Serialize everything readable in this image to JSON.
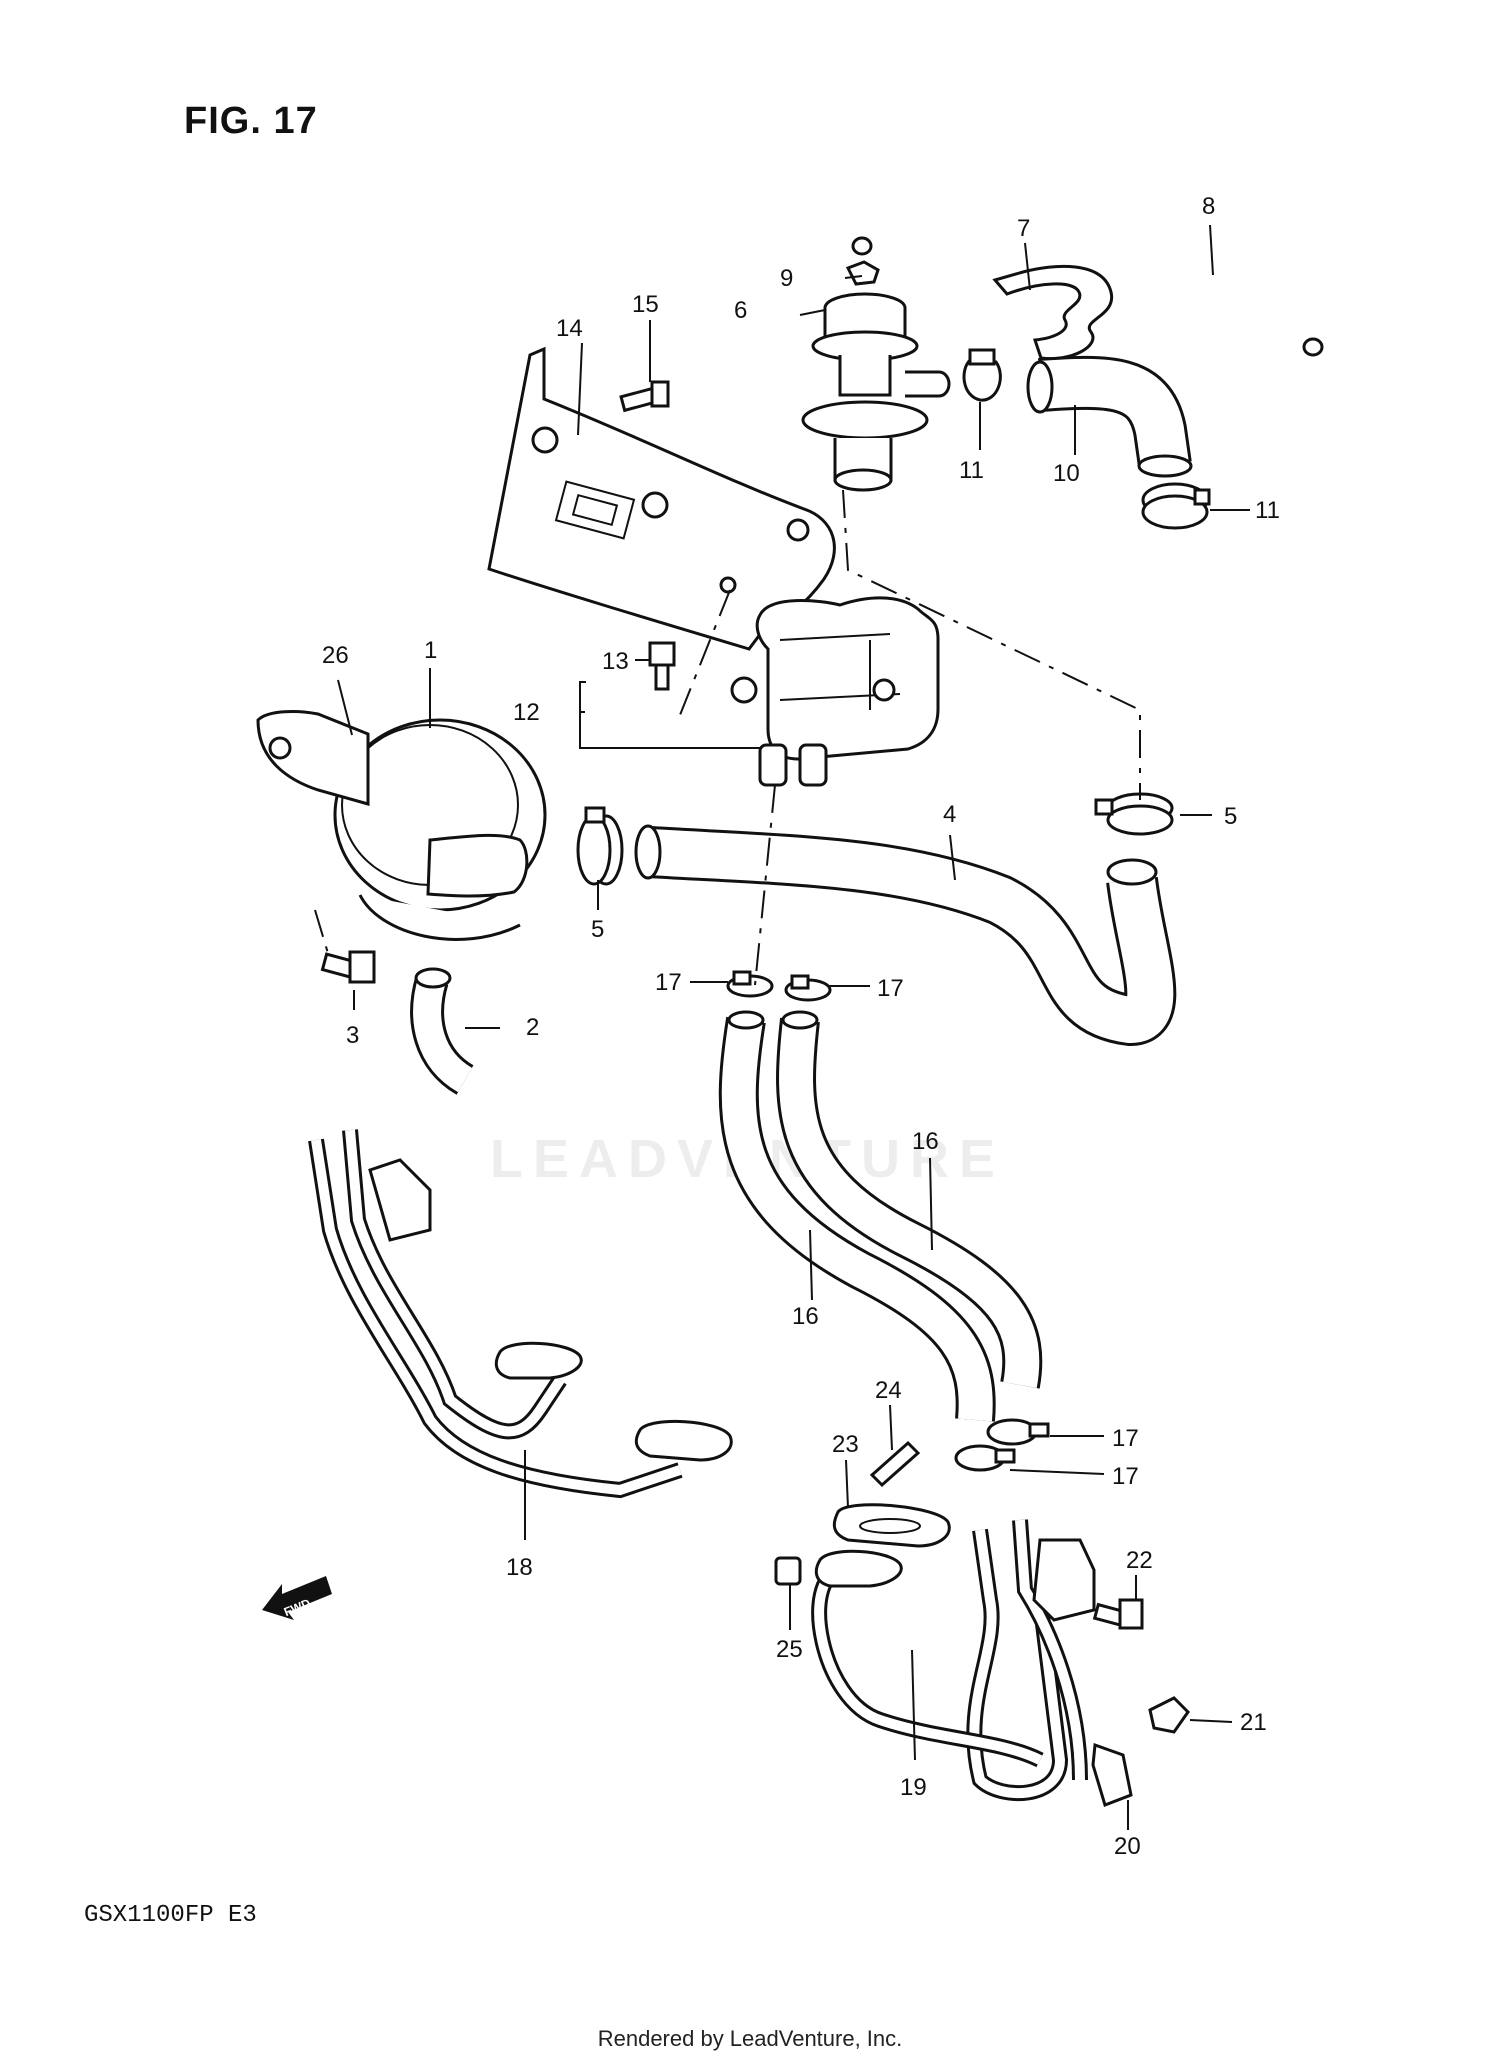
{
  "figure": {
    "title": "FIG. 17",
    "model": "GSX1100FP  E3"
  },
  "footer": {
    "rendered_by": "Rendered by LeadVenture, Inc."
  },
  "watermark": {
    "text": "LEADVENTURE"
  },
  "fwd_arrow": {
    "label": "FWD"
  },
  "callouts": {
    "c1": "1",
    "c2": "2",
    "c3": "3",
    "c4": "4",
    "c5a": "5",
    "c5b": "5",
    "c6": "6",
    "c7": "7",
    "c8": "8",
    "c9": "9",
    "c10": "10",
    "c11a": "11",
    "c11b": "11",
    "c12": "12",
    "c13": "13",
    "c14": "14",
    "c15": "15",
    "c16a": "16",
    "c16b": "16",
    "c17a": "17",
    "c17b": "17",
    "c17c": "17",
    "c17d": "17",
    "c18": "18",
    "c19": "19",
    "c20": "20",
    "c21": "21",
    "c22": "22",
    "c23": "23",
    "c24": "24",
    "c25": "25",
    "c26": "26"
  }
}
